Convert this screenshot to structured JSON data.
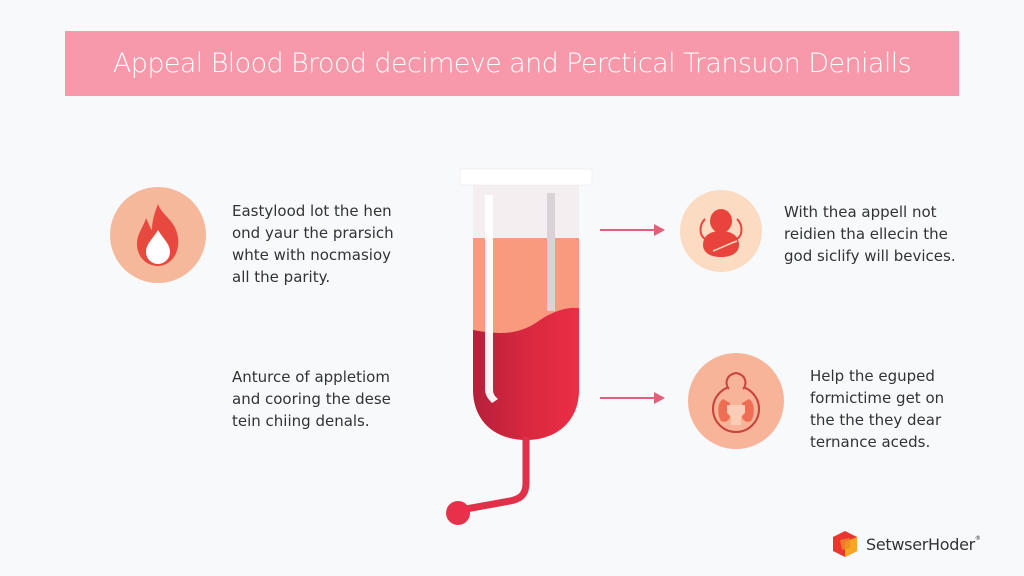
{
  "title": "Appeal Blood Brood decimeve and Perctical Transuon Denialls",
  "colors": {
    "banner": "#f799aa",
    "background": "#f8f9fb",
    "accent_red": "#e8323f",
    "peach": "#f6b89b",
    "arrow": "#e0607a"
  },
  "left_items": [
    {
      "icon": "flame-drop-icon",
      "text": "Eastylood lot the hen\nond yaur the prarsich\nwhte with nocmasioy\nall the parity."
    },
    {
      "icon": null,
      "text": "Anturce of appletiom\nand cooring the dese\ntein chiing denals."
    }
  ],
  "right_items": [
    {
      "icon": "person-embrace-icon",
      "text": "With thea appell not\nreidien tha ellecin the\ngod siclify will bevices."
    },
    {
      "icon": "person-lungs-icon",
      "text": "Help the eguped\nformictime get on\nthe the they dear\nternance aceds."
    }
  ],
  "center_graphic": "blood-transfusion-bag",
  "logo": {
    "name": "SetwserHoder",
    "mark": "®"
  }
}
